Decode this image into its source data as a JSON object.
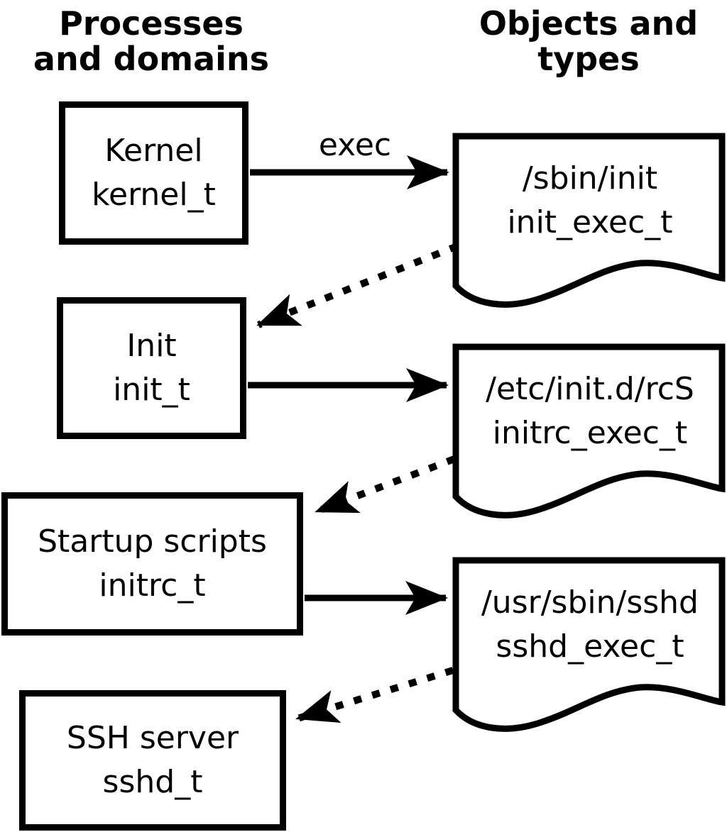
{
  "diagram": {
    "left_column_header_line1": "Processes",
    "left_column_header_line2": "and domains",
    "right_column_header_line1": "Objects and",
    "right_column_header_line2": "types",
    "exec_arrow_label": "exec"
  },
  "process_boxes": [
    {
      "name": "Kernel",
      "domain": "kernel_t"
    },
    {
      "name": "Init",
      "domain": "init_t"
    },
    {
      "name": "Startup scripts",
      "domain": "initrc_t"
    },
    {
      "name": "SSH server",
      "domain": "sshd_t"
    }
  ],
  "object_docs": [
    {
      "path": "/sbin/init",
      "type": "init_exec_t"
    },
    {
      "path": "/etc/init.d/rcS",
      "type": "initrc_exec_t"
    },
    {
      "path": "/usr/sbin/sshd",
      "type": "sshd_exec_t"
    }
  ],
  "colors": {
    "ink": "#000000",
    "paper": "#ffffff"
  }
}
